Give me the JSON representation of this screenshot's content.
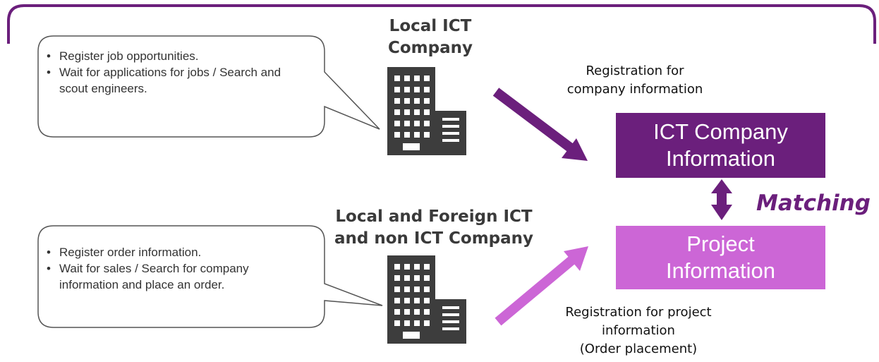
{
  "top_company": {
    "title_line1": "Local ICT",
    "title_line2": "Company",
    "bullets": [
      "Register job opportunities.",
      "Wait for applications for jobs / Search and scout engineers."
    ]
  },
  "bottom_company": {
    "title_line1": "Local and Foreign ICT",
    "title_line2": "and non ICT Company",
    "bullets": [
      "Register order information.",
      "Wait for sales / Search for company information and place an order."
    ]
  },
  "arrows": {
    "top_label_line1": "Registration for",
    "top_label_line2": "company information",
    "bottom_label_line1": "Registration for project",
    "bottom_label_line2": "information",
    "bottom_label_line3": "(Order placement)"
  },
  "boxes": {
    "company_info_line1": "ICT Company",
    "company_info_line2": "Information",
    "project_info_line1": "Project",
    "project_info_line2": "Information"
  },
  "matching_label": "Matching",
  "colors": {
    "dark_purple": "#6b1f7c",
    "light_purple": "#cc66d6",
    "building": "#3d3d3d"
  }
}
